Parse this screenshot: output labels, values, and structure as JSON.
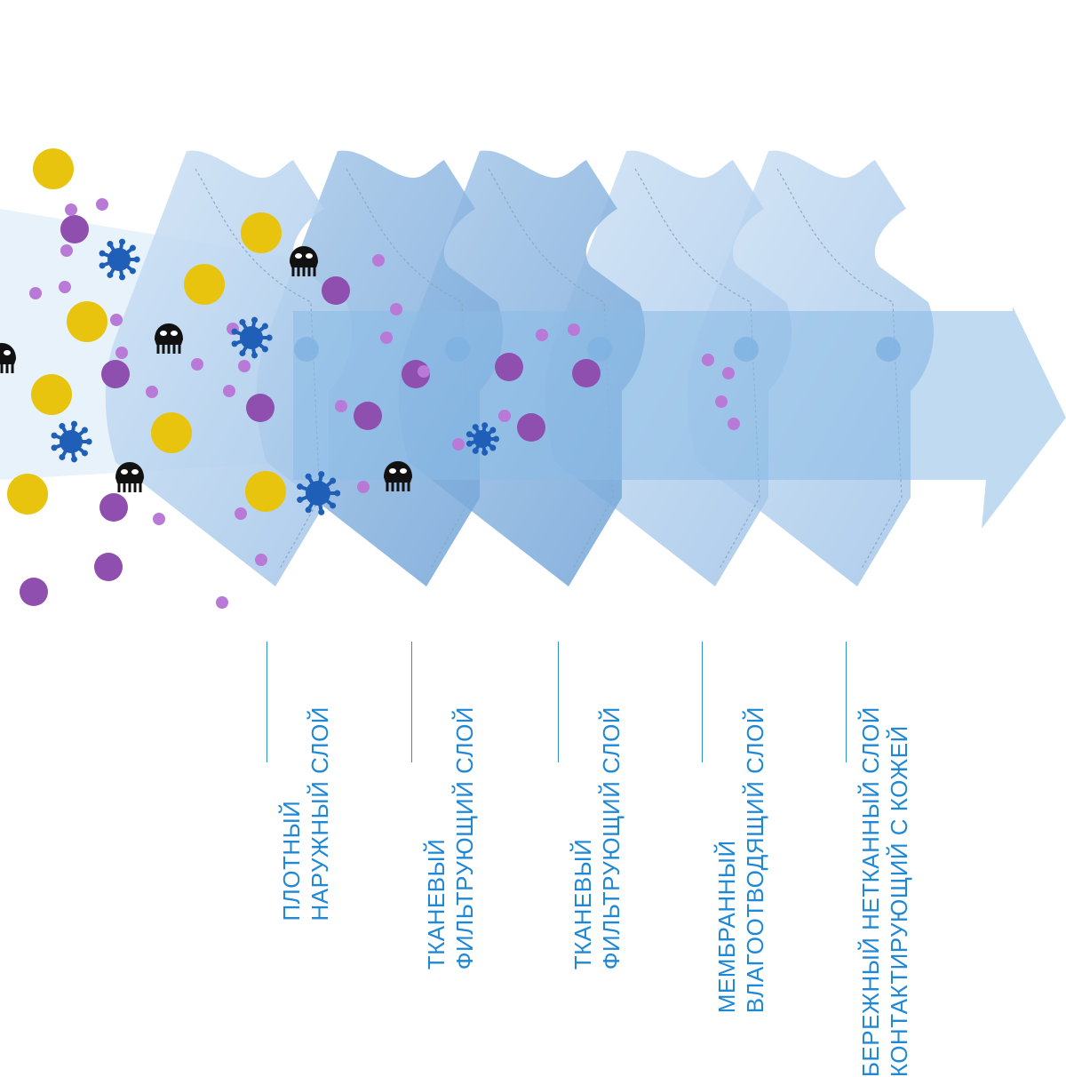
{
  "colors": {
    "label": "#1e88d6",
    "arrow": "#7fb2e0",
    "particle_yellow": "#e8c40f",
    "particle_purple": "#8e4fae",
    "particle_lilac": "#b87ad6",
    "virus": "#1f5fb8",
    "skull": "#111111"
  },
  "diagram": {
    "icons": {
      "virus": "virus-icon",
      "skull": "bacteria-skull-icon",
      "arrow": "airflow-arrow-icon"
    },
    "layers": [
      {
        "id": "layer-1",
        "lines": [
          "ПЛОТНЫЙ",
          "НАРУЖНЫЙ СЛОЙ"
        ]
      },
      {
        "id": "layer-2",
        "lines": [
          "ТКАНЕВЫЙ",
          "ФИЛЬТРУЮЩИЙ СЛОЙ"
        ]
      },
      {
        "id": "layer-3",
        "lines": [
          "ТКАНЕВЫЙ",
          "ФИЛЬТРУЮЩИЙ СЛОЙ"
        ]
      },
      {
        "id": "layer-4",
        "lines": [
          "МЕМБРАННЫЙ",
          "ВЛАГООТВОДЯЩИЙ СЛОЙ"
        ]
      },
      {
        "id": "layer-5",
        "lines": [
          "БЕРЕЖНЫЙ НЕТКАННЫЙ СЛОЙ",
          "КОНТАКТИРУЮЩИЙ С КОЖЕЙ"
        ]
      }
    ]
  }
}
